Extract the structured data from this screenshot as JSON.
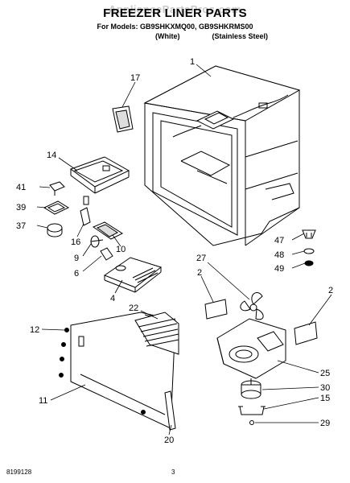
{
  "header": {
    "watermark": "AppliancePartsPros.com",
    "title": "FREEZER LINER PARTS",
    "models": "For Models: GB9SHKXMQ00, GB9SHKRMS00",
    "variant_white": "(White)",
    "variant_steel": "(Stainless Steel)"
  },
  "callouts": [
    "1",
    "17",
    "14",
    "41",
    "39",
    "37",
    "16",
    "9",
    "6",
    "10",
    "4",
    "47",
    "48",
    "49",
    "27",
    "2",
    "2",
    "22",
    "12",
    "11",
    "20",
    "25",
    "30",
    "15",
    "29"
  ],
  "footer": {
    "doc_number": "8199128",
    "page_number": "3"
  }
}
